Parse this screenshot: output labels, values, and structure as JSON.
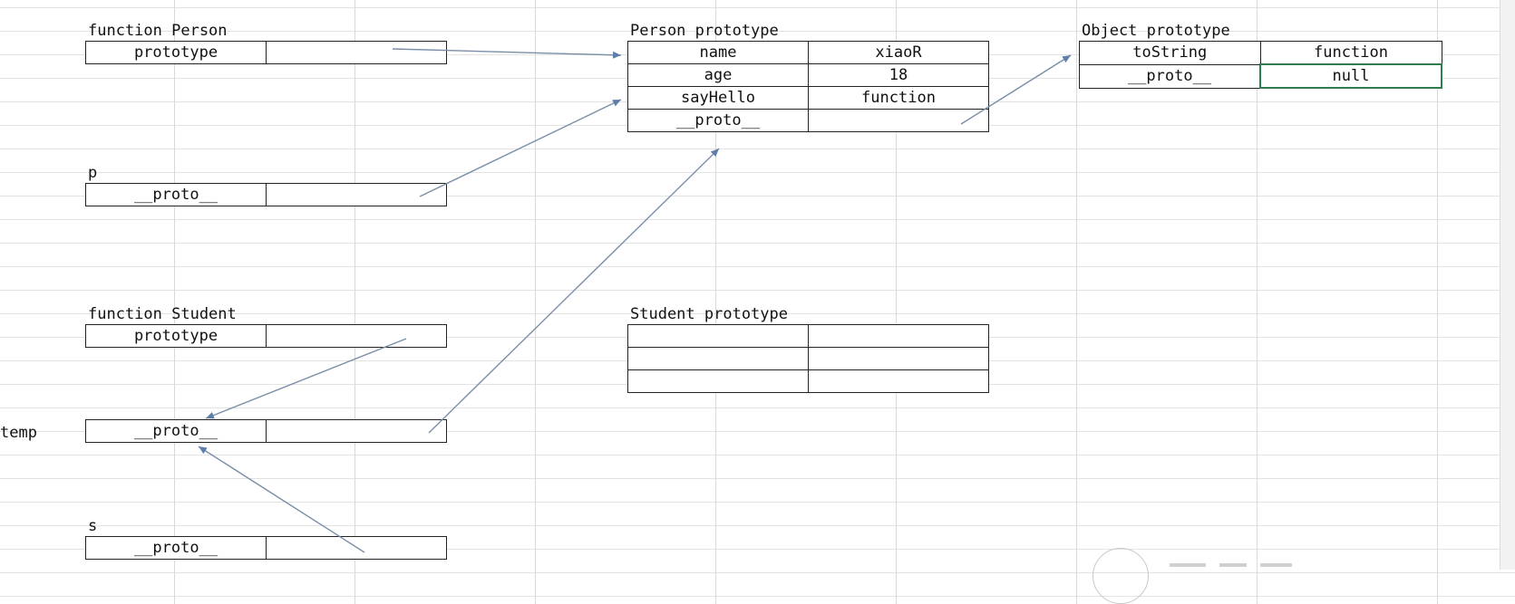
{
  "diagram": {
    "function_person": {
      "title": "function Person",
      "rows": [
        [
          "prototype",
          ""
        ]
      ]
    },
    "person_prototype": {
      "title": "Person prototype",
      "rows": [
        [
          "name",
          "xiaoR"
        ],
        [
          "age",
          "18"
        ],
        [
          "sayHello",
          "function"
        ],
        [
          "__proto__",
          ""
        ]
      ]
    },
    "object_prototype": {
      "title": "Object prototype",
      "rows": [
        [
          "toString",
          "function"
        ],
        [
          "__proto__",
          "null"
        ]
      ]
    },
    "p": {
      "title": "p",
      "rows": [
        [
          "__proto__",
          ""
        ]
      ]
    },
    "function_student": {
      "title": "function Student",
      "rows": [
        [
          "prototype",
          ""
        ]
      ]
    },
    "student_prototype": {
      "title": "Student prototype",
      "rows": [
        [
          "",
          ""
        ],
        [
          "",
          ""
        ],
        [
          "",
          ""
        ]
      ]
    },
    "temp": {
      "title": "temp",
      "rows": [
        [
          "__proto__",
          ""
        ]
      ]
    },
    "s": {
      "title": "s",
      "rows": [
        [
          "__proto__",
          ""
        ]
      ]
    }
  },
  "colors": {
    "arrow": "#7a8ea8",
    "grid": "#d9d9d9",
    "selection": "#2e7d4f"
  }
}
